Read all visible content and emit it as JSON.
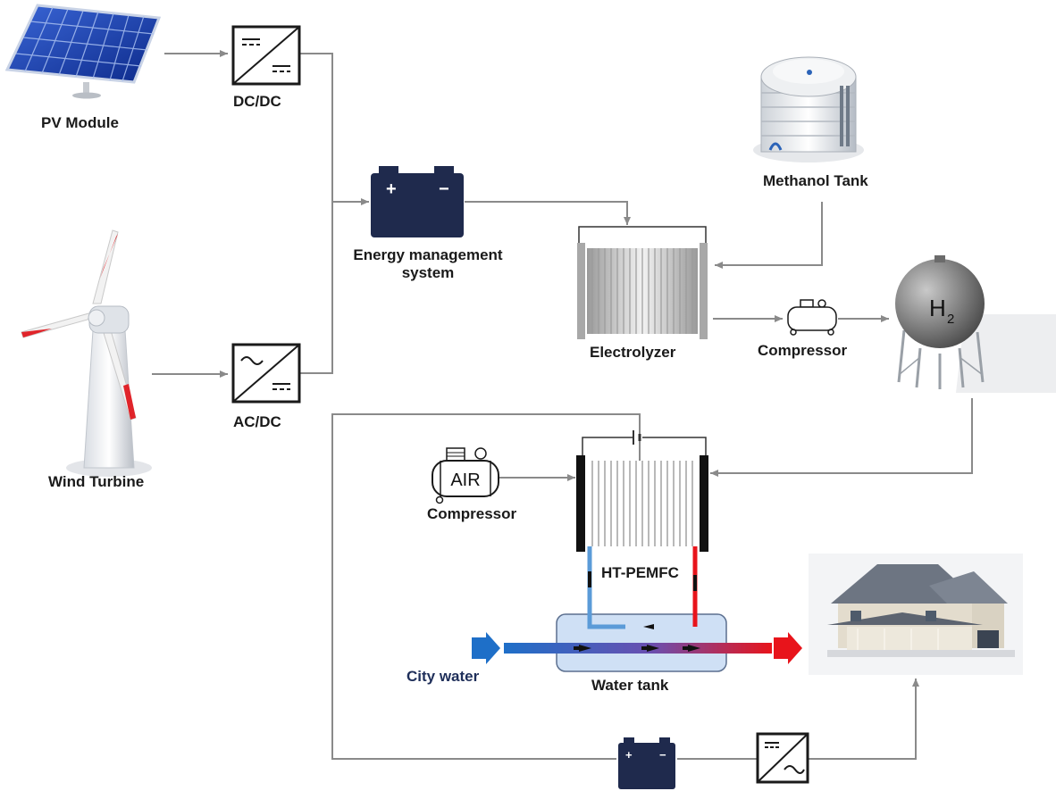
{
  "labels": {
    "pv_module": "PV Module",
    "dcdc": "DC/DC",
    "wind_turbine": "Wind Turbine",
    "acdc": "AC/DC",
    "ems_line1": "Energy management",
    "ems_line2": "system",
    "methanol_tank": "Methanol Tank",
    "electrolyzer": "Electrolyzer",
    "compressor_h2": "Compressor",
    "h2_symbol": "H",
    "h2_subscript": "2",
    "air_compressor_label": "Compressor",
    "air_text": "AIR",
    "ht_pemfc": "HT-PEMFC",
    "city_water": "City water",
    "water_tank": "Water tank",
    "battery_plus": "+",
    "battery_minus": "−"
  },
  "colors": {
    "line": "#8a8a8a",
    "battery": "#1f2a4d",
    "cold_water": "#1e6fc8",
    "hot_water": "#e8141b",
    "tank_fill": "#cfe0f5"
  }
}
